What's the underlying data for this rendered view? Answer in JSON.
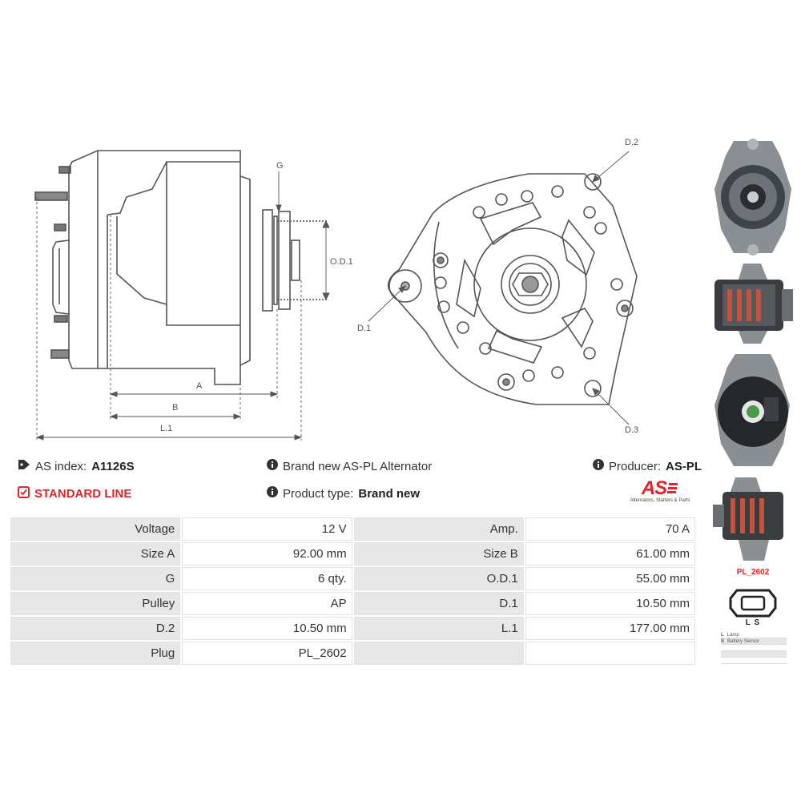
{
  "diagram": {
    "labels": {
      "g": "G",
      "od1": "O.D.1",
      "a": "A",
      "b": "B",
      "l1": "L.1",
      "d1": "D.1",
      "d2": "D.2",
      "d3": "D.3"
    }
  },
  "info": {
    "as_index_label": "AS index:",
    "as_index_value": "A1126S",
    "standard_line": "STANDARD LINE",
    "description": "Brand new AS-PL Alternator",
    "product_type_label": "Product type:",
    "product_type_value": "Brand new",
    "producer_label": "Producer:",
    "producer_value": "AS-PL",
    "logo_text": "AS",
    "logo_tagline": "Alternators, Starters & Parts"
  },
  "specs": [
    [
      "Voltage",
      "12 V",
      "Amp.",
      "70 A"
    ],
    [
      "Size A",
      "92.00 mm",
      "Size B",
      "61.00 mm"
    ],
    [
      "G",
      "6 qty.",
      "O.D.1",
      "55.00 mm"
    ],
    [
      "Pulley",
      "AP",
      "D.1",
      "10.50 mm"
    ],
    [
      "D.2",
      "10.50 mm",
      "L.1",
      "177.00 mm"
    ],
    [
      "Plug",
      "PL_2602",
      "",
      ""
    ]
  ],
  "plug": {
    "name": "PL_2602",
    "pins": "L S",
    "legend": [
      {
        "key": "L",
        "text": "Lamp"
      },
      {
        "key": "S",
        "text": "Battery Sensor"
      }
    ]
  },
  "colors": {
    "accent": "#e52329",
    "label_bg": "#e7e7e7",
    "line": "#555555"
  }
}
